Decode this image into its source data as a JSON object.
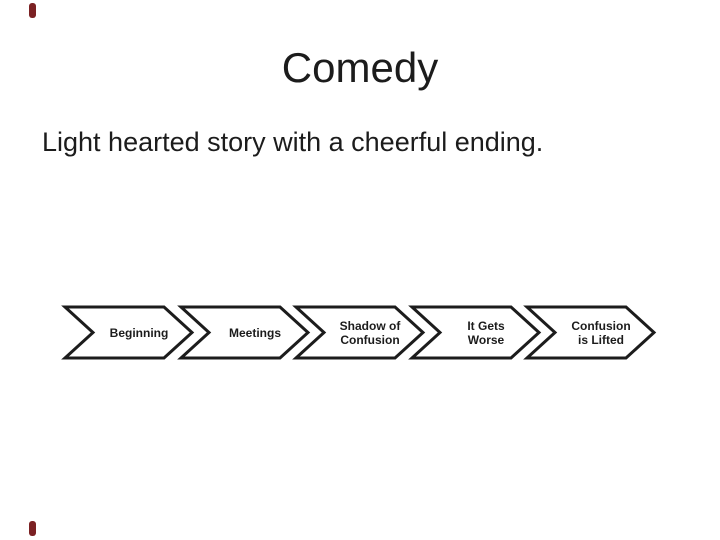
{
  "slide": {
    "title": "Comedy",
    "subtitle": "Light hearted story with a cheerful ending.",
    "background_color": "#ffffff",
    "text_color": "#1c1c1c"
  },
  "process_flow": {
    "type": "chevron-process",
    "outline_color": "#1c1c1c",
    "fill_color": "#ffffff",
    "steps": [
      {
        "label": "Beginning",
        "lines": [
          "Beginning"
        ]
      },
      {
        "label": "Meetings",
        "lines": [
          "Meetings"
        ]
      },
      {
        "label": "Shadow of Confusion",
        "lines": [
          "Shadow of",
          "Confusion"
        ]
      },
      {
        "label": "It Gets Worse",
        "lines": [
          "It Gets",
          "Worse"
        ]
      },
      {
        "label": "Confusion is Lifted",
        "lines": [
          "Confusion",
          "is Lifted"
        ]
      }
    ]
  },
  "edge_marks": {
    "color": "#7b2123"
  }
}
